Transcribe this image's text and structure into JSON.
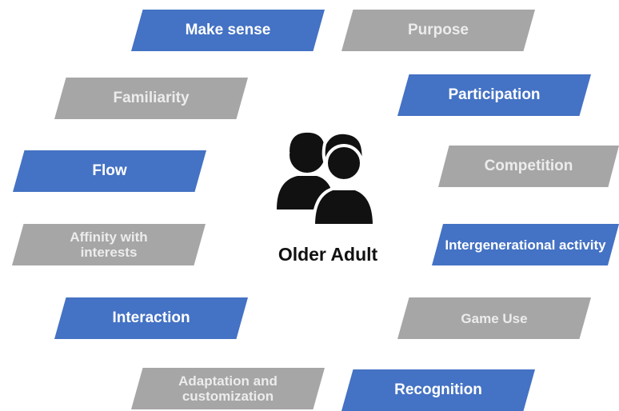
{
  "center": {
    "label": "Older Adult",
    "icon": "group-people-icon"
  },
  "colors": {
    "blue": "#4472c4",
    "gray": "#a6a6a6"
  },
  "tiles": [
    {
      "label": "Make sense",
      "color": "blue"
    },
    {
      "label": "Purpose",
      "color": "gray"
    },
    {
      "label": "Familiarity",
      "color": "gray"
    },
    {
      "label": "Participation",
      "color": "blue"
    },
    {
      "label": "Flow",
      "color": "blue"
    },
    {
      "label": "Competition",
      "color": "gray"
    },
    {
      "label": "Affinity with interests",
      "color": "gray"
    },
    {
      "label": "Intergenerational activity",
      "color": "blue"
    },
    {
      "label": "Interaction",
      "color": "blue"
    },
    {
      "label": "Game Use",
      "color": "gray"
    },
    {
      "label": "Adaptation and customization",
      "color": "gray"
    },
    {
      "label": "Recognition",
      "color": "blue"
    }
  ]
}
